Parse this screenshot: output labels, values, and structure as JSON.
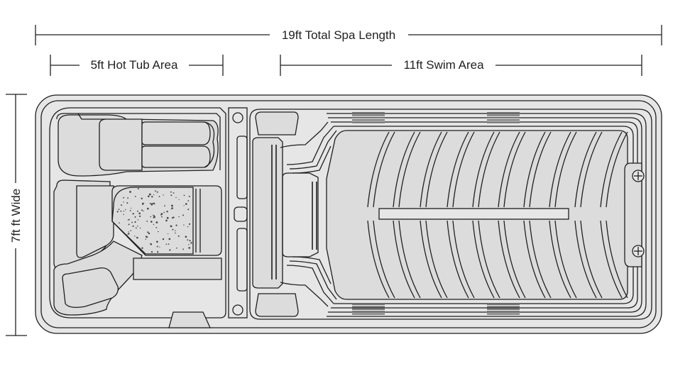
{
  "dimensions": {
    "total_length_label": "19ft Total Spa Length",
    "hot_tub_label": "5ft Hot Tub Area",
    "swim_label": "11ft Swim Area",
    "width_label": "7ft ft Wide"
  },
  "colors": {
    "shell_fill": "#e6e6e6",
    "stroke": "#1f1f1f",
    "vent_stripe": "#707070",
    "texture_dot": "#444444"
  },
  "icons": {
    "jet": "jet-icon",
    "drain": "drain-icon"
  }
}
